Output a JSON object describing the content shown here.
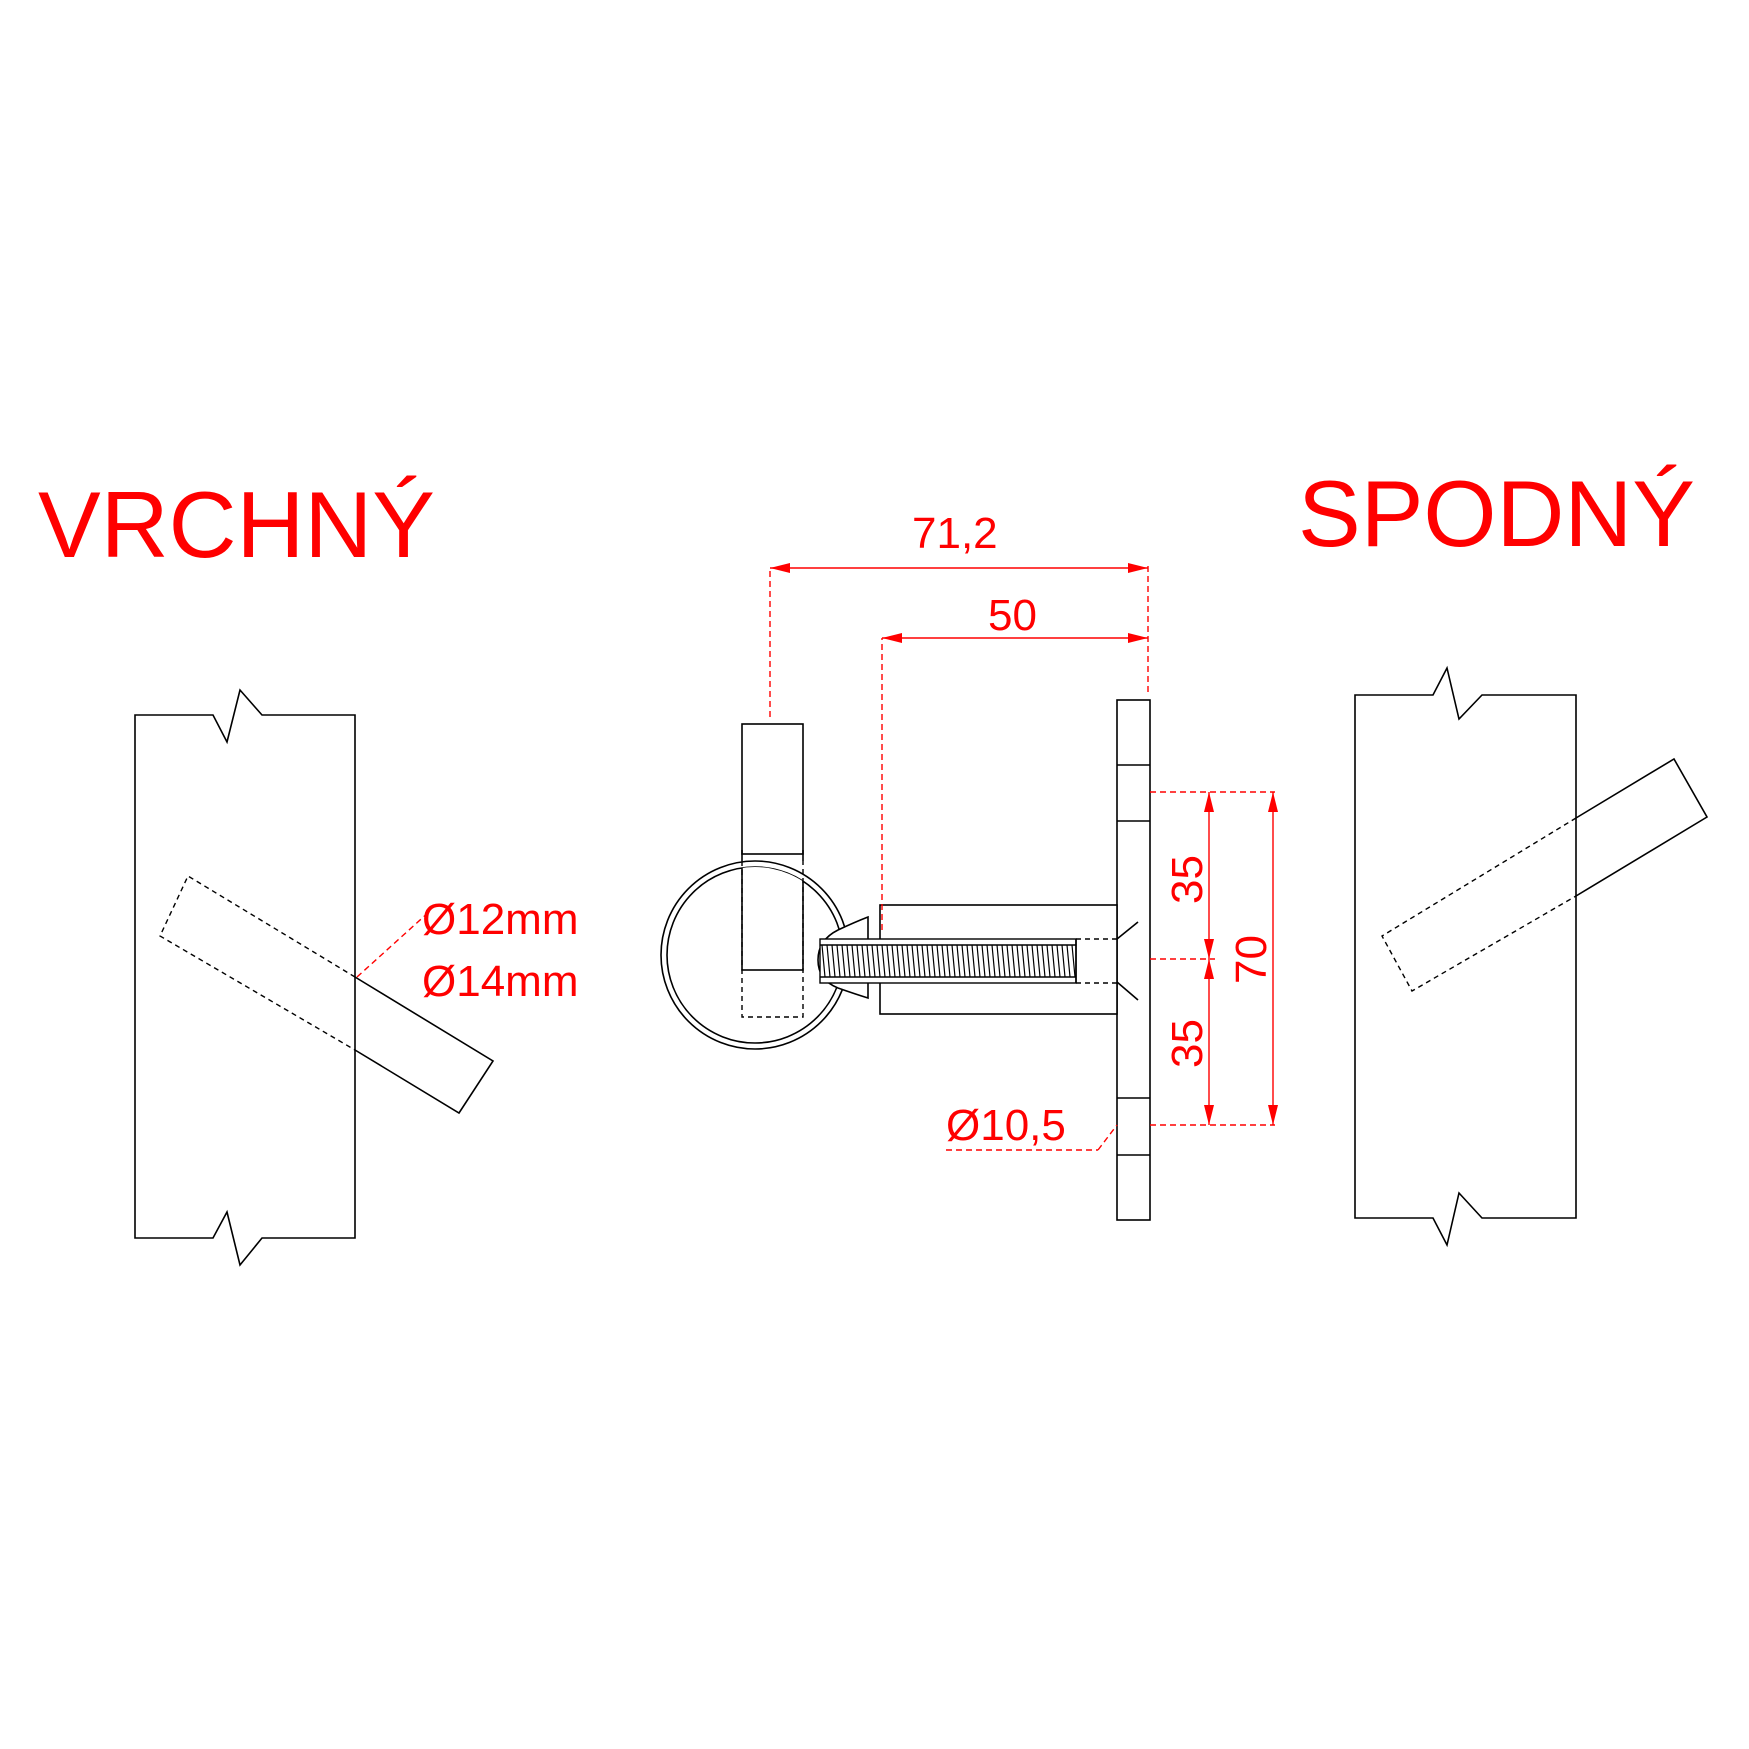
{
  "labels": {
    "top_view": "VRCHNÝ",
    "bottom_view": "SPODNÝ"
  },
  "dimensions": {
    "total_length": "71,2",
    "bolt_length": "50",
    "upper_spacing": "35",
    "lower_spacing": "35",
    "hole_spacing": "70",
    "hole_diameter": "Ø10,5",
    "rod_diameter_1": "Ø12mm",
    "rod_diameter_2": "Ø14mm"
  },
  "colors": {
    "annotation": "#ff0000",
    "linework": "#000000",
    "background": "#ffffff"
  }
}
